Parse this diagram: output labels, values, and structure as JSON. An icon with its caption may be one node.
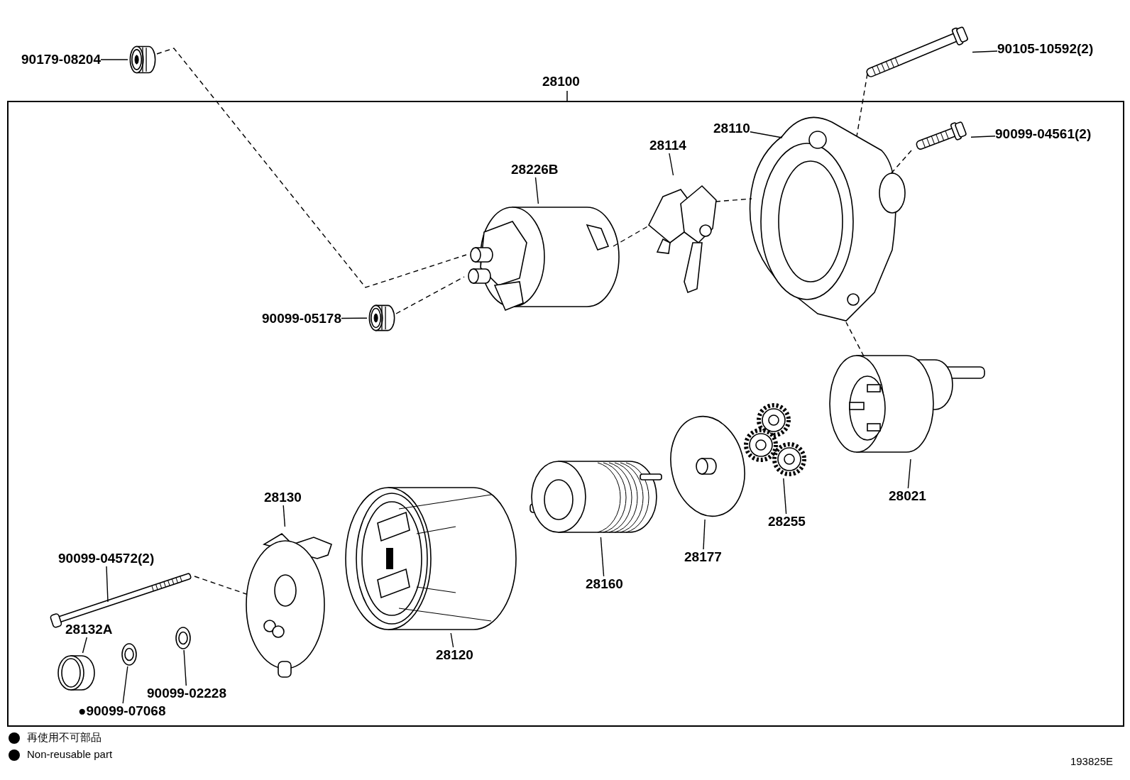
{
  "diagram": {
    "nodes": [
      {
        "text": [
          "28100"
        ]
      },
      {
        "text": [
          "90179-08204"
        ]
      },
      {
        "text": [],
        "shape": "picture"
      },
      {
        "text": [
          "90105-10592(2)"
        ]
      },
      {
        "text": [],
        "shape": "picture"
      },
      {
        "text": [
          "28110"
        ],
        "in": 0
      },
      {
        "text": [],
        "shape": "picture",
        "in": 0
      },
      {
        "text": [
          "90099-04561(2)"
        ],
        "in": 0
      },
      {
        "text": [],
        "shape": "picture",
        "in": 0
      },
      {
        "text": [
          "28114"
        ],
        "in": 0
      },
      {
        "text": [],
        "shape": "picture",
        "in": 0
      },
      {
        "text": [
          "28226B"
        ],
        "in": 0
      },
      {
        "text": [],
        "shape": "picture",
        "in": 0
      },
      {
        "text": [
          "90099-05178"
        ],
        "in": 0
      },
      {
        "text": [],
        "shape": "picture",
        "in": 0
      },
      {
        "text": [
          "28021"
        ],
        "in": 0
      },
      {
        "text": [],
        "shape": "picture",
        "in": 0
      },
      {
        "text": [
          "28255"
        ],
        "in": 0
      },
      {
        "text": [],
        "shape": "picture",
        "in": 0
      },
      {
        "text": [
          "28177"
        ],
        "in": 0
      },
      {
        "text": [],
        "shape": "picture",
        "in": 0
      },
      {
        "text": [
          "28160"
        ],
        "in": 0
      },
      {
        "text": [],
        "shape": "picture",
        "in": 0
      },
      {
        "text": [
          "28130"
        ],
        "in": 0
      },
      {
        "text": [],
        "shape": "picture",
        "in": 0
      },
      {
        "text": [
          "90099-04572(2)"
        ],
        "in": 0
      },
      {
        "text": [],
        "shape": "picture",
        "in": 0
      },
      {
        "text": [
          "28120"
        ],
        "in": 0
      },
      {
        "text": [],
        "shape": "picture",
        "in": 0
      },
      {
        "text": [
          "28132A"
        ],
        "in": 0
      },
      {
        "text": [],
        "shape": "picture",
        "in": 0
      },
      {
        "text": [
          "90099-02228"
        ],
        "in": 0
      },
      {
        "text": [],
        "shape": "picture",
        "in": 0
      },
      {
        "text": [
          "●90099-07068"
        ],
        "in": 0
      },
      {
        "text": [],
        "shape": "picture",
        "in": 0
      }
    ],
    "edges": [
      {
        "from": 1,
        "to": 2,
        "arrow": "none"
      },
      {
        "from": 3,
        "to": 4,
        "arrow": "none"
      },
      {
        "from": 5,
        "to": 6,
        "arrow": "none"
      },
      {
        "from": 7,
        "to": 8,
        "arrow": "none"
      },
      {
        "from": 9,
        "to": 10,
        "arrow": "none"
      },
      {
        "from": 11,
        "to": 12,
        "arrow": "none"
      },
      {
        "from": 13,
        "to": 14,
        "arrow": "none"
      },
      {
        "from": 15,
        "to": 16,
        "arrow": "none"
      },
      {
        "from": 17,
        "to": 18,
        "arrow": "none"
      },
      {
        "from": 19,
        "to": 20,
        "arrow": "none"
      },
      {
        "from": 21,
        "to": 22,
        "arrow": "none"
      },
      {
        "from": 23,
        "to": 24,
        "arrow": "none"
      },
      {
        "from": 25,
        "to": 26,
        "arrow": "none"
      },
      {
        "from": 27,
        "to": 28,
        "arrow": "none"
      },
      {
        "from": 29,
        "to": 30,
        "arrow": "none"
      },
      {
        "from": 31,
        "to": 32,
        "arrow": "none"
      },
      {
        "from": 33,
        "to": 34,
        "arrow": "none"
      },
      {
        "from": 2,
        "to": 12,
        "arrow": "none",
        "style": "dashed"
      },
      {
        "from": 14,
        "to": 12,
        "arrow": "none",
        "style": "dashed"
      },
      {
        "from": 12,
        "to": 10,
        "arrow": "none",
        "style": "dashed"
      },
      {
        "from": 10,
        "to": 6,
        "arrow": "none",
        "style": "dashed"
      },
      {
        "from": 4,
        "to": 6,
        "arrow": "none",
        "style": "dashed"
      },
      {
        "from": 16,
        "to": 6,
        "arrow": "none",
        "style": "dashed"
      },
      {
        "from": 26,
        "to": 24,
        "arrow": "none",
        "style": "dashed"
      },
      {
        "from": 8,
        "to": 6,
        "arrow": "none",
        "style": "dashed"
      }
    ],
    "labels": [
      "193825E"
    ],
    "legend": [
      {
        "text": "再使用不可部品",
        "color": "#000000"
      },
      {
        "text": "Non-reusable part",
        "color": "#000000"
      }
    ]
  }
}
